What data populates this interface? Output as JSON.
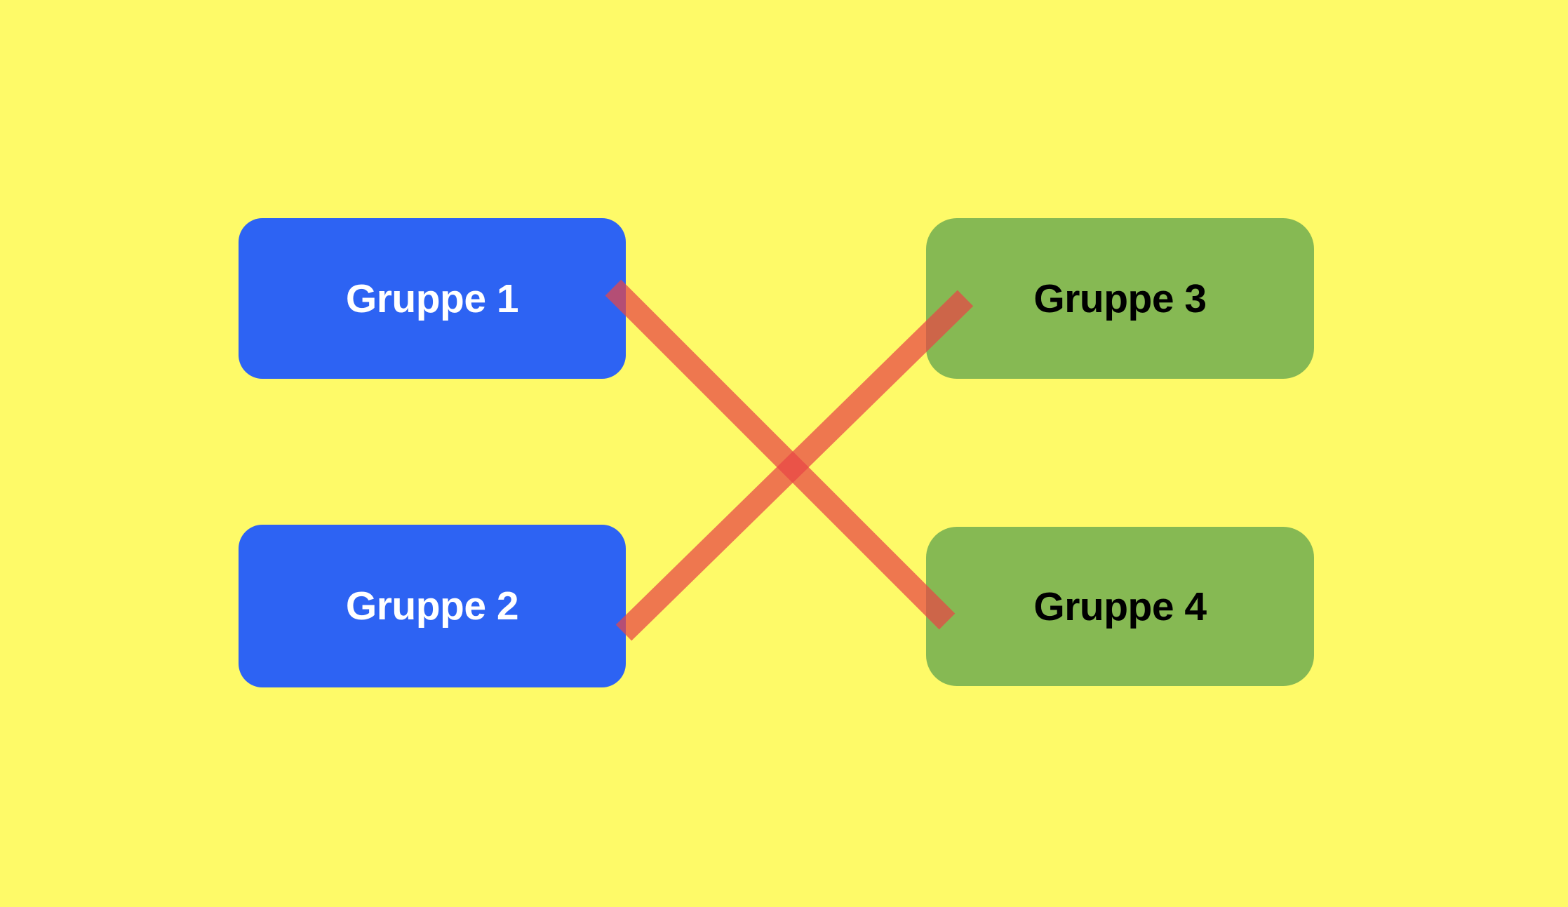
{
  "diagram": {
    "background_color": "#fefa68",
    "cross_color": "#e94646",
    "groups": [
      {
        "label": "Gruppe 1",
        "color": "#2d63f3",
        "text_color": "#ffffff"
      },
      {
        "label": "Gruppe 2",
        "color": "#2d63f3",
        "text_color": "#ffffff"
      },
      {
        "label": "Gruppe 3",
        "color": "#86b953",
        "text_color": "#000000"
      },
      {
        "label": "Gruppe 4",
        "color": "#86b953",
        "text_color": "#000000"
      }
    ],
    "connections": [
      {
        "from": "Gruppe 1",
        "to": "Gruppe 4",
        "style": "crossed-out"
      },
      {
        "from": "Gruppe 2",
        "to": "Gruppe 3",
        "style": "crossed-out"
      }
    ]
  }
}
